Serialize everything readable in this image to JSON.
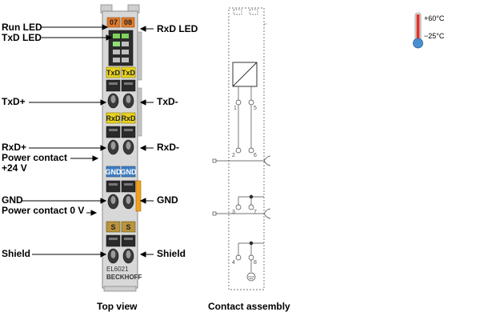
{
  "terminal": {
    "led_numbers": [
      "07",
      "08"
    ],
    "groups": [
      {
        "left": "TxD",
        "right": "TxD",
        "kind": "yellow"
      },
      {
        "left": "RxD",
        "right": "RxD",
        "kind": "yellow"
      },
      {
        "left": "GND",
        "right": "GND",
        "kind": "blue"
      },
      {
        "left": "S",
        "right": "S",
        "kind": "tan"
      }
    ],
    "model": "EL6021",
    "brand": "BECKHOFF"
  },
  "labels_left": {
    "run_led": "Run LED",
    "txd_led": "TxD LED",
    "txd_plus": "TxD+",
    "rxd_plus": "RxD+",
    "power_contact_24v_line1": "Power contact",
    "power_contact_24v_line2": "+24 V",
    "gnd": "GND",
    "power_contact_0v": "Power contact 0 V",
    "shield": "Shield"
  },
  "labels_right": {
    "rxd_led": "RxD LED",
    "txd_minus": "TxD-",
    "rxd_minus": "RxD-",
    "gnd": "GND",
    "shield": "Shield"
  },
  "captions": {
    "top_view": "Top view",
    "contact_assembly": "Contact assembly"
  },
  "temperature": {
    "max": "+60°C",
    "min": "−25°C"
  },
  "pin_numbers": [
    "1",
    "5",
    "2",
    "6",
    "3",
    "7",
    "4",
    "8"
  ],
  "colors": {
    "led_orange": "#e07a2a",
    "label_yellow": "#e8d21c",
    "label_blue": "#3f7fc0",
    "label_tan": "#b9943d",
    "power_orange": "#f0a020",
    "housing": "#d6d6d6"
  }
}
